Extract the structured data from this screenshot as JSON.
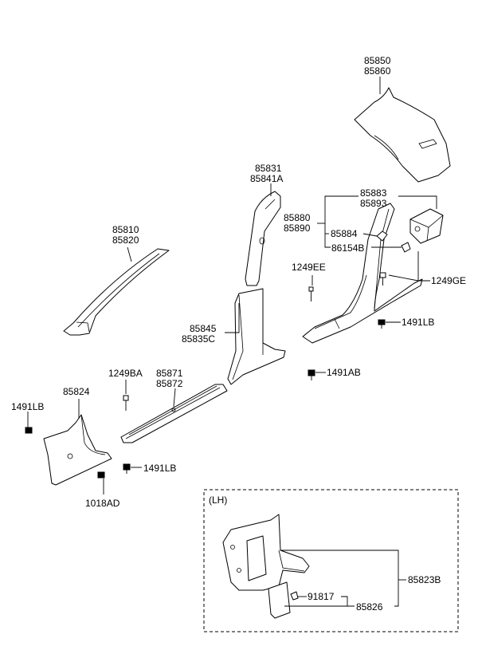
{
  "labels": {
    "p85850": "85850",
    "p85860": "85860",
    "p85831": "85831",
    "p85841A": "85841A",
    "p85883": "85883",
    "p85893": "85893",
    "p85880": "85880",
    "p85890": "85890",
    "p85884": "85884",
    "p86154B": "86154B",
    "p1249EE": "1249EE",
    "p1249GE": "1249GE",
    "p1491LB_right": "1491LB",
    "p1491AB": "1491AB",
    "p85810": "85810",
    "p85820": "85820",
    "p85845": "85845",
    "p85835C": "85835C",
    "p1249BA": "1249BA",
    "p85871": "85871",
    "p85872": "85872",
    "p85824": "85824",
    "p1491LB_left": "1491LB",
    "p1491LB_bottom": "1491LB",
    "p1018AD": "1018AD",
    "inset_title": "(LH)",
    "p85823B": "85823B",
    "p91817": "91817",
    "p85826": "85826"
  }
}
